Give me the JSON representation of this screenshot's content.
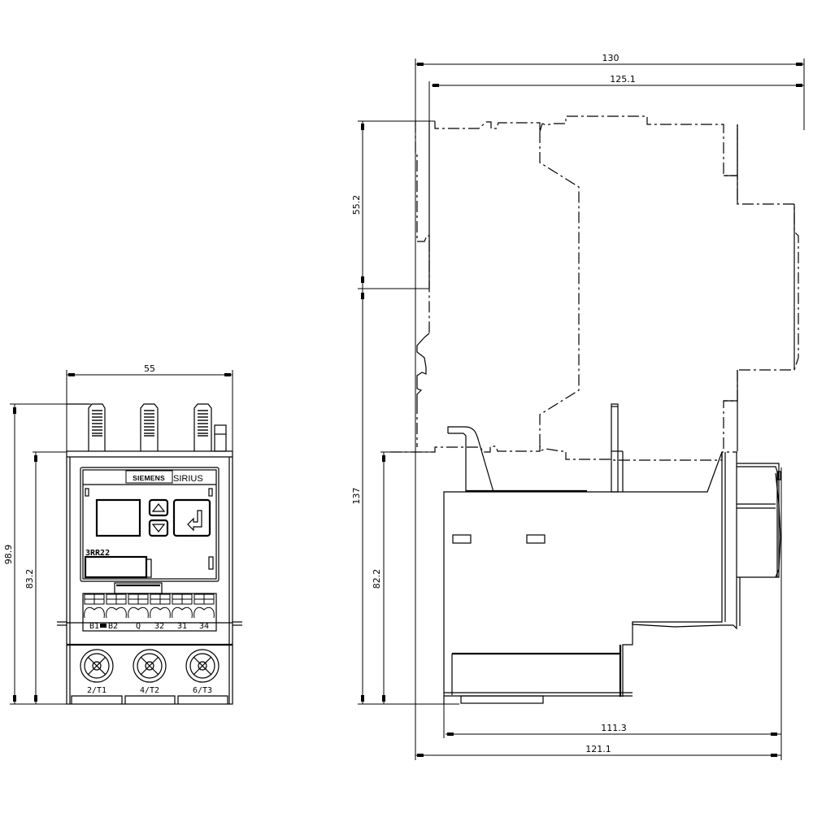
{
  "drawing": {
    "subject": "Overload relay dimension drawing (front view and side view)",
    "line_color": "#000000",
    "background": "#ffffff"
  },
  "front_view": {
    "dimensions": {
      "width": "55",
      "overall_height": "98.9",
      "body_height": "83.2"
    },
    "brand_label": "SIEMENS",
    "product_label": "SIRIUS",
    "model_label": "3RR22",
    "buttons": [
      {
        "name": "up-arrow-button",
        "glyph": "△"
      },
      {
        "name": "down-arrow-button",
        "glyph": "▽"
      },
      {
        "name": "enter-button",
        "glyph": "↲"
      }
    ],
    "aux_terminals": [
      "B1",
      "B2",
      "Q",
      "32",
      "31",
      "34"
    ],
    "main_terminals": [
      "2/T1",
      "4/T2",
      "6/T3"
    ]
  },
  "side_view": {
    "dimensions": {
      "overall_depth": "130",
      "contactor_depth": "125.1",
      "top_height": "55.2",
      "overall_height": "137",
      "relay_height": "82.2",
      "relay_depth": "111.3",
      "base_depth": "121.1"
    }
  }
}
